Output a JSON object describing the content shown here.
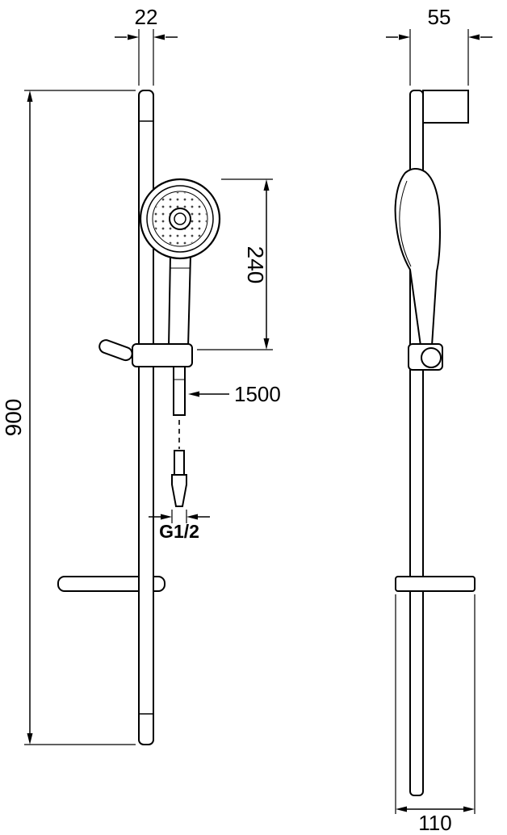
{
  "dimensions": {
    "bar_width": "22",
    "bracket_width": "55",
    "bar_height": "900",
    "handset_length": "240",
    "hose_length": "1500",
    "connector_thread": "G1/2",
    "dish_depth": "110"
  },
  "colors": {
    "line": "#000000",
    "spray_dots": "#444444",
    "background": "#ffffff"
  }
}
